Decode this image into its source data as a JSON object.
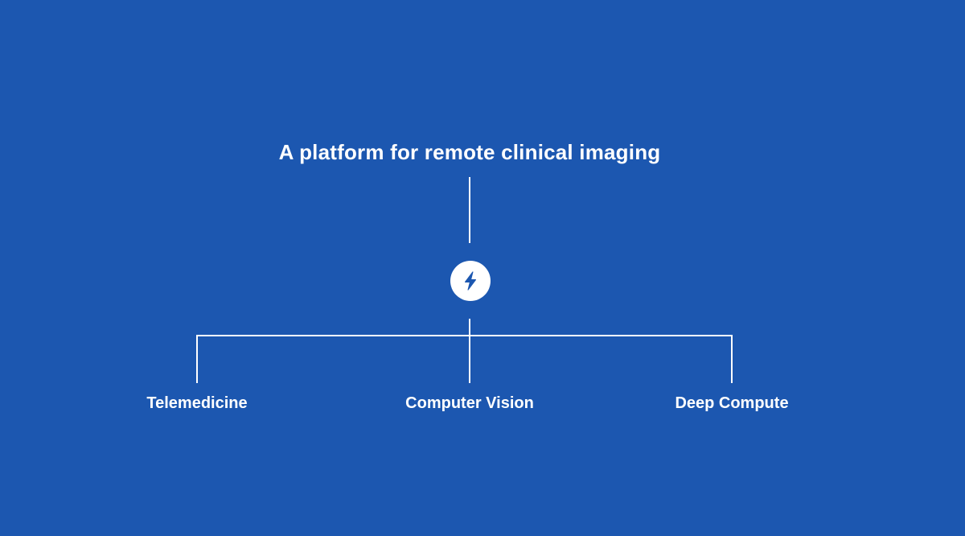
{
  "diagram": {
    "title": "A platform for remote clinical imaging",
    "hub_icon": "lightning-bolt-icon",
    "branches": [
      {
        "label": "Telemedicine"
      },
      {
        "label": "Computer Vision"
      },
      {
        "label": "Deep Compute"
      }
    ]
  },
  "colors": {
    "background": "#1c57b0",
    "foreground": "#ffffff"
  }
}
